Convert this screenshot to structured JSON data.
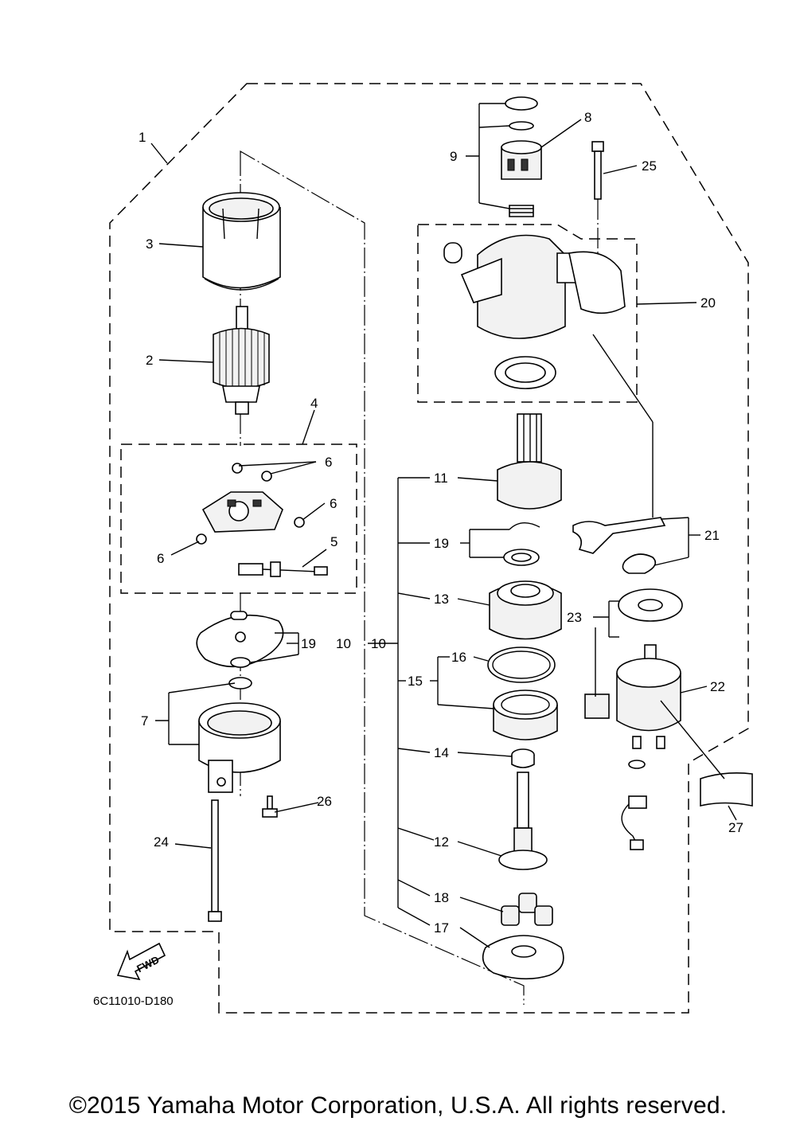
{
  "diagram": {
    "code": "6C11010-D180",
    "fwd_label": "FWD",
    "labels": {
      "p1": "1",
      "p2": "2",
      "p3": "3",
      "p4": "4",
      "p5": "5",
      "p6a": "6",
      "p6b": "6",
      "p6c": "6",
      "p7": "7",
      "p8": "8",
      "p9": "9",
      "p10a": "10",
      "p10b": "10",
      "p11": "11",
      "p12": "12",
      "p13": "13",
      "p14": "14",
      "p15": "15",
      "p16": "16",
      "p17": "17",
      "p18": "18",
      "p19a": "19",
      "p19b": "19",
      "p20": "20",
      "p21": "21",
      "p22": "22",
      "p23": "23",
      "p24": "24",
      "p25": "25",
      "p26": "26",
      "p27": "27"
    }
  },
  "copyright": "©2015 Yamaha Motor Corporation, U.S.A. All rights reserved."
}
